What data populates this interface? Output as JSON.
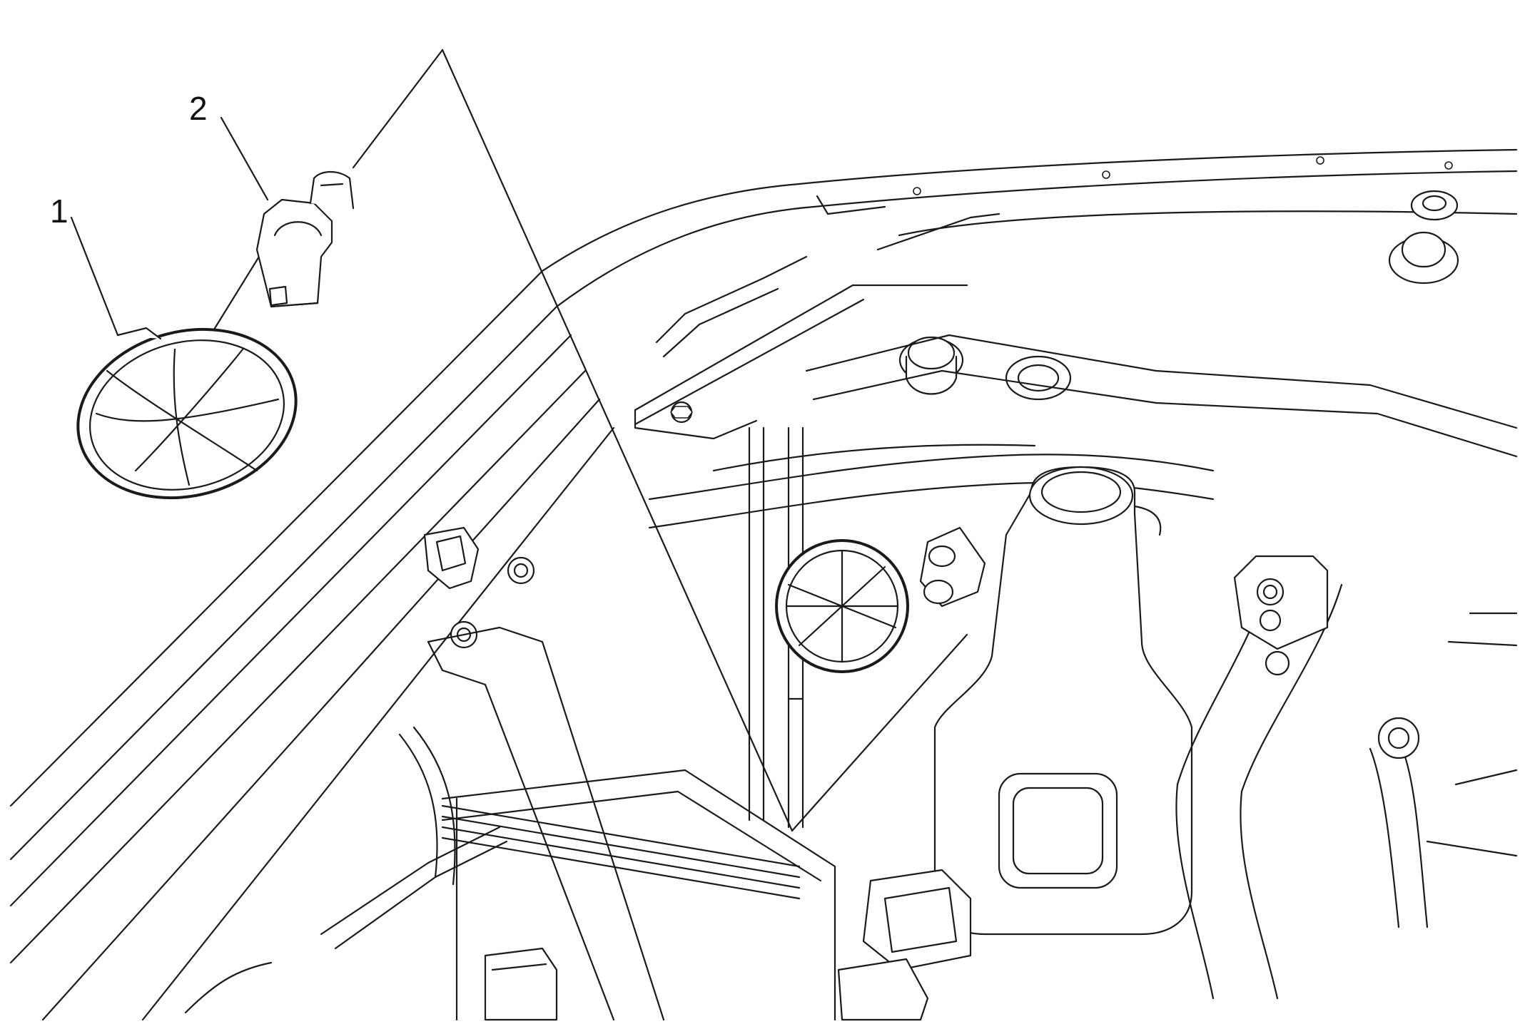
{
  "callouts": [
    {
      "number": "1",
      "part": "cap"
    },
    {
      "number": "2",
      "part": "bulb"
    }
  ],
  "colors": {
    "line": "#1a1a1a",
    "background": "#ffffff"
  }
}
